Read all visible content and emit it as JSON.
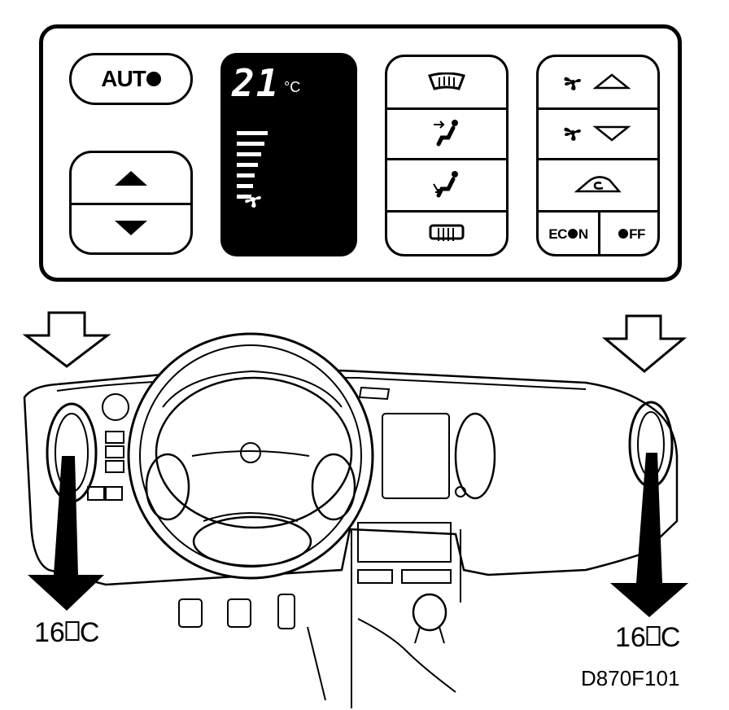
{
  "panel": {
    "auto_label": "AUT",
    "display": {
      "temperature": "21",
      "unit": "°C",
      "fan_level_bars": 7
    },
    "econ_label": "EC",
    "econ_label_end": "N",
    "off_label": "FF",
    "icons": {
      "auto_dot": "filled-circle",
      "temp_up": "triangle-up",
      "temp_down": "triangle-down",
      "windshield": "windshield-defrost-icon",
      "face_vent": "face-vent-icon",
      "floor_vent": "floor-vent-icon",
      "rear_defrost": "rear-defrost-icon",
      "fan_up": "fan-up-icon",
      "fan_down": "fan-down-icon",
      "recirculation": "recirculation-icon"
    }
  },
  "annotations": {
    "left_vent_temp": "16",
    "left_vent_unit": "C",
    "right_vent_temp": "16",
    "right_vent_unit": "C",
    "figure_code": "D870F101"
  }
}
